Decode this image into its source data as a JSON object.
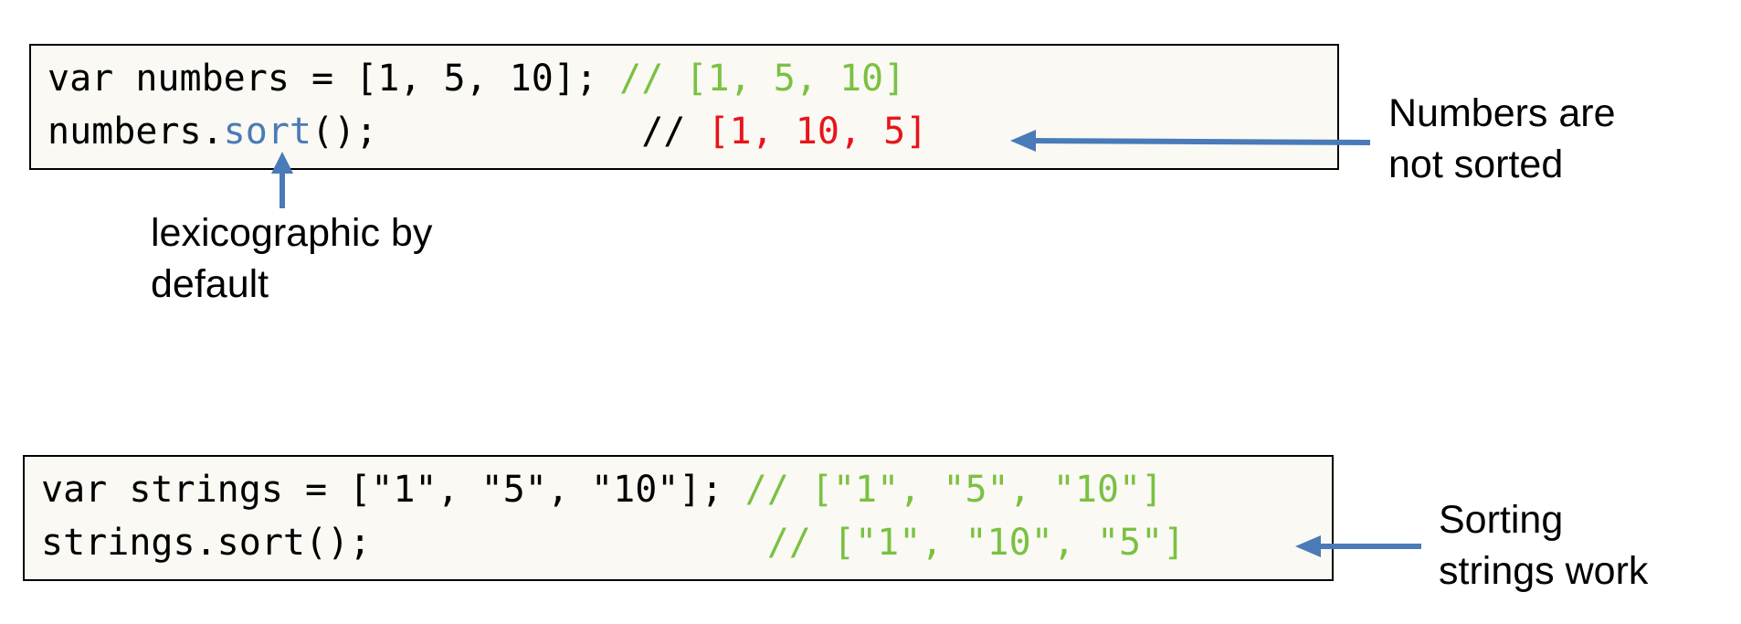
{
  "colors": {
    "comment_green": "#7ac142",
    "wrong_result_red": "#e8141a",
    "method_blue": "#4a7ab8",
    "arrow_blue": "#4a7ab8",
    "box_background": "#faf9f4"
  },
  "numbers_block": {
    "line1": {
      "code": "var numbers = [1, 5, 10]; ",
      "comment": "// [1, 5, 10]"
    },
    "line2": {
      "prefix": "numbers.",
      "method": "sort",
      "suffix": "();            ",
      "comment_slashes": "// ",
      "result": "[1, 10, 5]"
    }
  },
  "strings_block": {
    "line1": {
      "code": "var strings = [\"1\", \"5\", \"10\"]; ",
      "comment": "// [\"1\", \"5\", \"10\"]"
    },
    "line2": {
      "code": "strings.sort();                  ",
      "comment": "// [\"1\", \"10\", \"5\"]"
    }
  },
  "annotations": {
    "numbers_not_sorted": "Numbers are\nnot sorted",
    "lexicographic": "lexicographic by\ndefault",
    "strings_work": "Sorting\nstrings work"
  }
}
